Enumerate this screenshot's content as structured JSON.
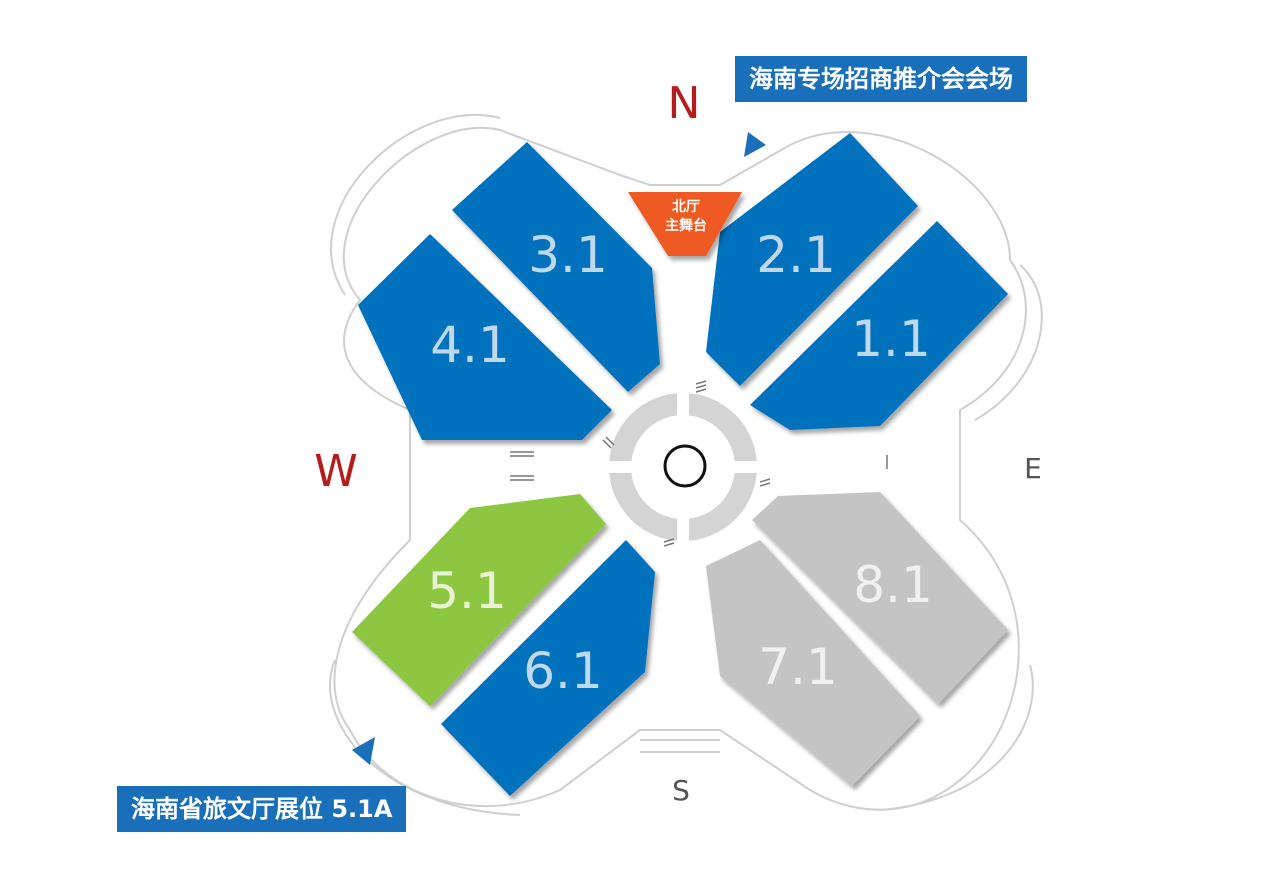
{
  "colors": {
    "hall": "#0071bc",
    "hall_label": "#bfd8ee",
    "highlight": "#8dc63f",
    "highlight_label": "#e8f3d4",
    "inactive": "#c4c4c4",
    "inactive_label": "#f1f1f1",
    "stage": "#ef5a24",
    "callout": "#1a6fba",
    "compass_red": "#b71c1c",
    "compass_gray": "#555555"
  },
  "compass": {
    "n": "N",
    "w": "W",
    "e": "E",
    "s": "S"
  },
  "stage": {
    "line1": "北厅",
    "line2": "主舞台"
  },
  "halls": [
    {
      "id": "3.1",
      "label": "3.1",
      "state": "active"
    },
    {
      "id": "2.1",
      "label": "2.1",
      "state": "active"
    },
    {
      "id": "4.1",
      "label": "4.1",
      "state": "active"
    },
    {
      "id": "1.1",
      "label": "1.1",
      "state": "active"
    },
    {
      "id": "5.1",
      "label": "5.1",
      "state": "highlight"
    },
    {
      "id": "6.1",
      "label": "6.1",
      "state": "active"
    },
    {
      "id": "7.1",
      "label": "7.1",
      "state": "inactive"
    },
    {
      "id": "8.1",
      "label": "8.1",
      "state": "inactive"
    }
  ],
  "callouts": {
    "top": "海南专场招商推介会会场",
    "bottom": "海南省旅文厅展位 5.1A"
  },
  "icons": {
    "pointer": "pointer-arrow-icon",
    "center": "center-circle-icon",
    "stairs": "stairs-icon"
  }
}
